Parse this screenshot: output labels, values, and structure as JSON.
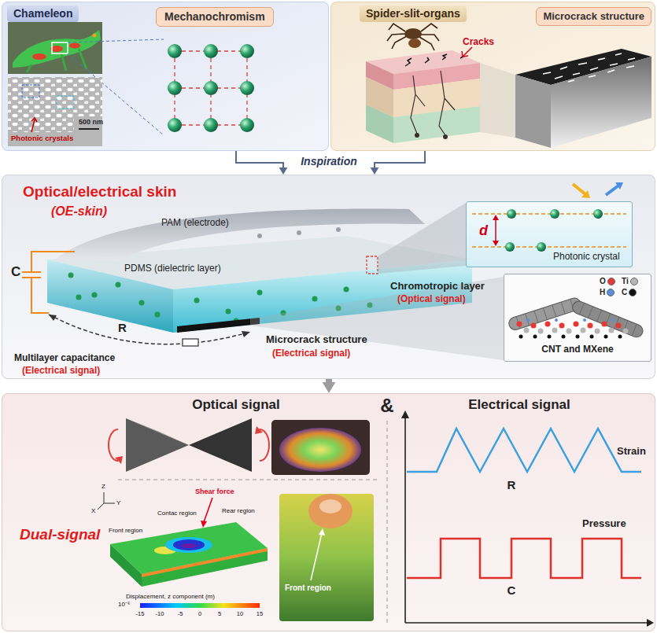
{
  "diagram": {
    "nodes": [
      {
        "text": [
          "Chameleon"
        ]
      },
      {
        "text": [
          "Mechanochromism"
        ],
        "in": 0
      },
      {
        "text": [
          "Spider-slit-organs"
        ]
      },
      {
        "text": [
          "Microcrack structure"
        ],
        "in": 2
      },
      {
        "text": [
          "Optical/electrical skin",
          "(OE-skin)"
        ]
      },
      {
        "text": [
          "d",
          "Photonic crystal"
        ],
        "in": 4
      },
      {
        "text": [
          "CNT and MXene"
        ],
        "in": 4
      },
      {
        "text": [
          "Dual-signal"
        ]
      }
    ],
    "edges": [
      {
        "from": 0,
        "to": 4,
        "arrow": "to"
      },
      {
        "from": 2,
        "to": 4,
        "arrow": "to"
      },
      {
        "from": 4,
        "to": 7,
        "arrow": "to"
      }
    ],
    "labels": [
      "Photonic crystals",
      "500 nm",
      "Cracks",
      "Inspiration",
      "PAM (electrode)",
      "PDMS (dielectric layer)",
      "C",
      "R",
      "Multilayer capacitance",
      "(Electrical signal)",
      "Chromotropic layer",
      "(Optical signal)",
      "Microcrack structure",
      "(Electrical signal)",
      "Optical signal",
      "&",
      "Electrical signal",
      "Shear force",
      "Front region",
      "Contac region",
      "Rear region",
      "Displacement, z component (m)",
      "10⁻⁶",
      "-15",
      "-10",
      "-5",
      "0",
      "5",
      "10",
      "15",
      "Front region",
      "Strain",
      "R",
      "Pressure",
      "C",
      "Z",
      "Y",
      "X"
    ],
    "legend": [
      {
        "text": "O",
        "color": "#e53935"
      },
      {
        "text": "Ti",
        "color": "#b5b5b5"
      },
      {
        "text": "H",
        "color": "#5b8fd9"
      },
      {
        "text": "C",
        "color": "#111111"
      }
    ]
  }
}
